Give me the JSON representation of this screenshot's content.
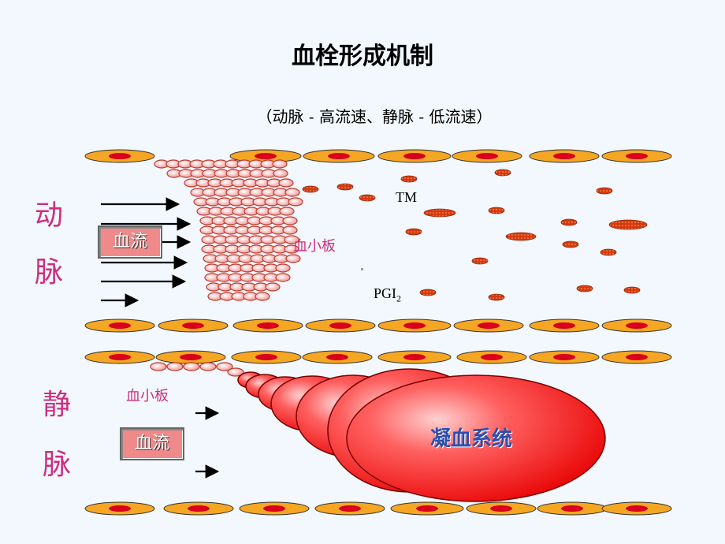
{
  "title": "血栓形成机制",
  "subtitle": "（动脉 - 高流速、静脉 - 低流速）",
  "artery": {
    "side_label_1": "动",
    "side_label_2": "脉",
    "flow_label": "血流",
    "platelet_label": "血小板",
    "tm_label": "TM",
    "pgi_label_main": "PGI",
    "pgi_label_sub": "2"
  },
  "vein": {
    "side_label_1": "静",
    "side_label_2": "脉",
    "flow_label": "血流",
    "platelet_label": "血小板",
    "coag_label": "凝血系统"
  },
  "colors": {
    "endothelium_fill": "#f5a623",
    "nucleus_fill": "#d9001b",
    "platelet_fill": "#f9c9c9",
    "platelet_stroke": "#c0392b",
    "clot_fill": "#ff1a1a",
    "coag_text": "#2a4fb0",
    "side_label": "#cc2f80"
  }
}
